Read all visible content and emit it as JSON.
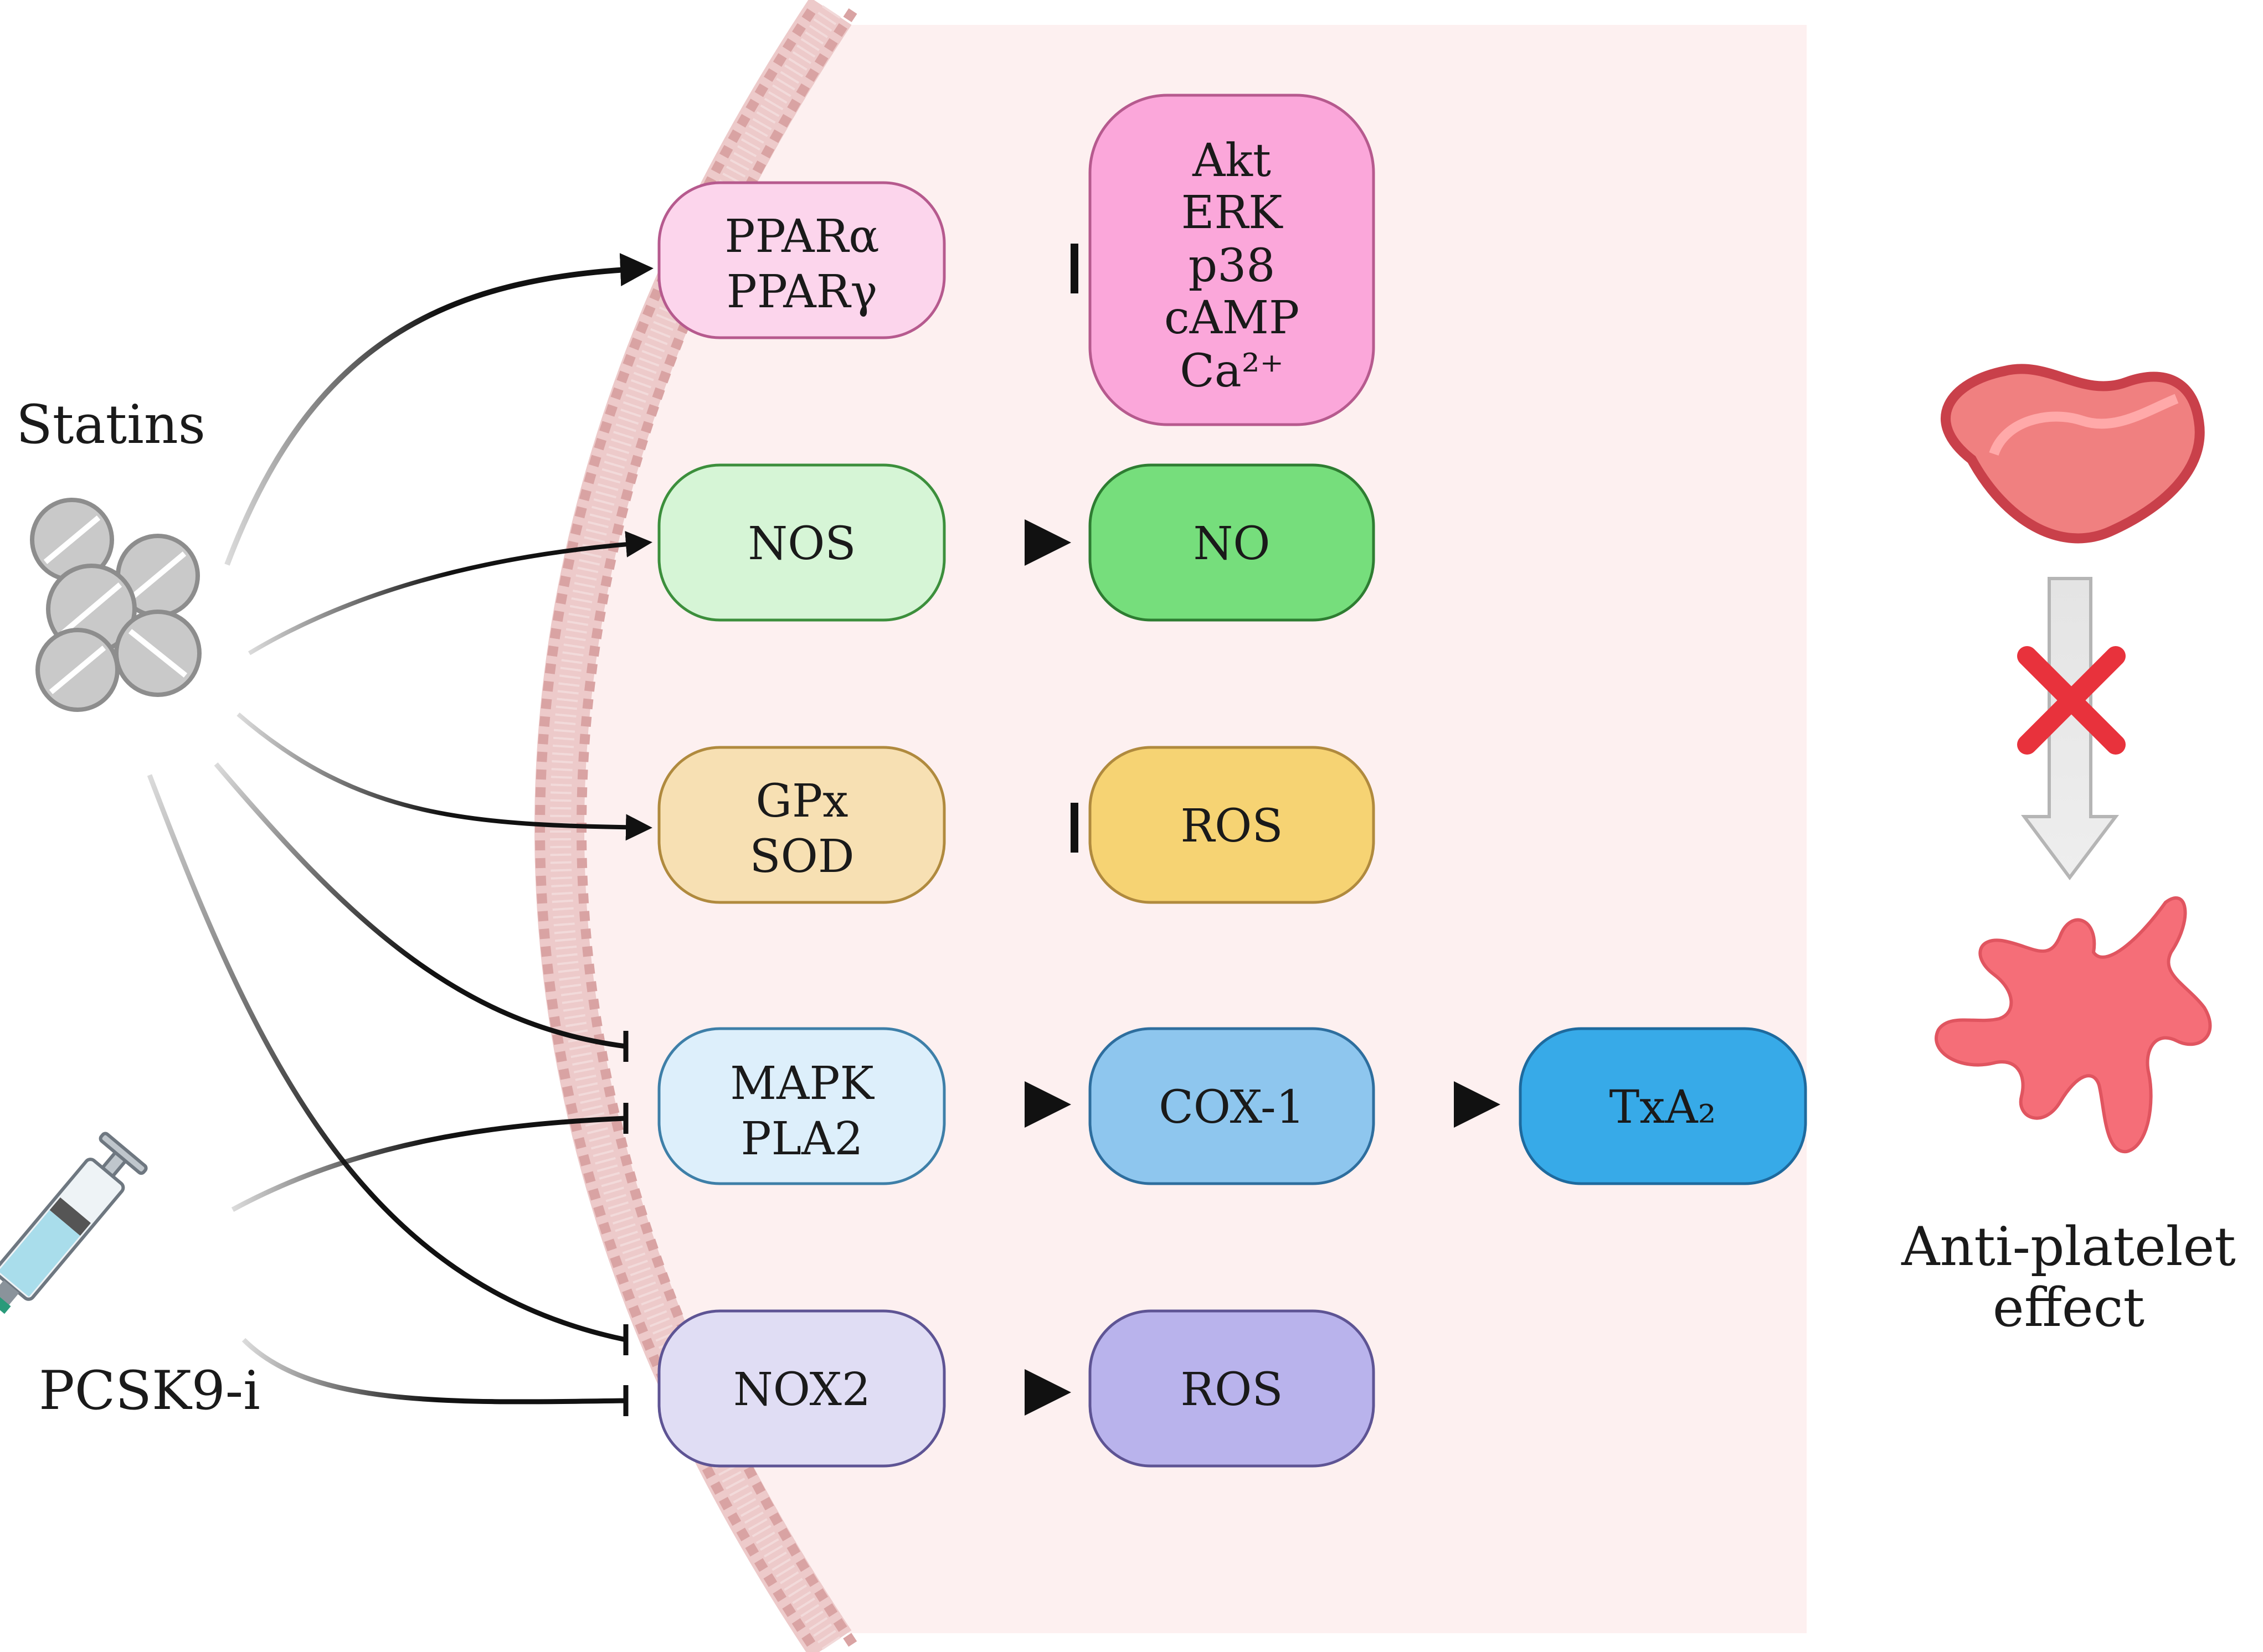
{
  "drugs": {
    "statins_label": "Statins",
    "pcsk9_label": "PCSK9-i"
  },
  "nodes": {
    "ppar": {
      "lines": [
        "PPARα",
        "PPARγ"
      ],
      "fill": "#FCD5EC",
      "stroke": "#B65A8E"
    },
    "akt": {
      "lines": [
        "Akt",
        "ERK",
        "p38",
        "cAMP",
        "Ca²⁺"
      ],
      "fill": "#FBA7DA",
      "stroke": "#B65A8E"
    },
    "nos": {
      "lines": [
        "NOS"
      ],
      "fill": "#D6F5D6",
      "stroke": "#3C8F3C"
    },
    "no": {
      "lines": [
        "NO"
      ],
      "fill": "#76DE7C",
      "stroke": "#2E7D32"
    },
    "gpx": {
      "lines": [
        "GPx",
        "SOD"
      ],
      "fill": "#F7E0B3",
      "stroke": "#B08A3E"
    },
    "ros1": {
      "lines": [
        "ROS"
      ],
      "fill": "#F6D373",
      "stroke": "#B08A3E"
    },
    "mapk": {
      "lines": [
        "MAPK",
        "PLA2"
      ],
      "fill": "#DDEFFB",
      "stroke": "#3E7FA8"
    },
    "cox": {
      "lines": [
        "COX-1"
      ],
      "fill": "#8EC6EE",
      "stroke": "#2E6E9E"
    },
    "txa": {
      "lines": [
        "TxA₂"
      ],
      "fill": "#37AAE8",
      "stroke": "#1E6A9E"
    },
    "nox": {
      "lines": [
        "NOX2"
      ],
      "fill": "#E0DDF4",
      "stroke": "#5E5494"
    },
    "ros2": {
      "lines": [
        "ROS"
      ],
      "fill": "#B9B3EC",
      "stroke": "#5E5494"
    }
  },
  "effect": {
    "lines": [
      "Anti-platelet",
      "effect"
    ]
  },
  "colors": {
    "cell_bg": "#FDF0F0",
    "membrane": "#D9A9A9",
    "platelet": "#F08080",
    "cross": "#E8323C"
  }
}
